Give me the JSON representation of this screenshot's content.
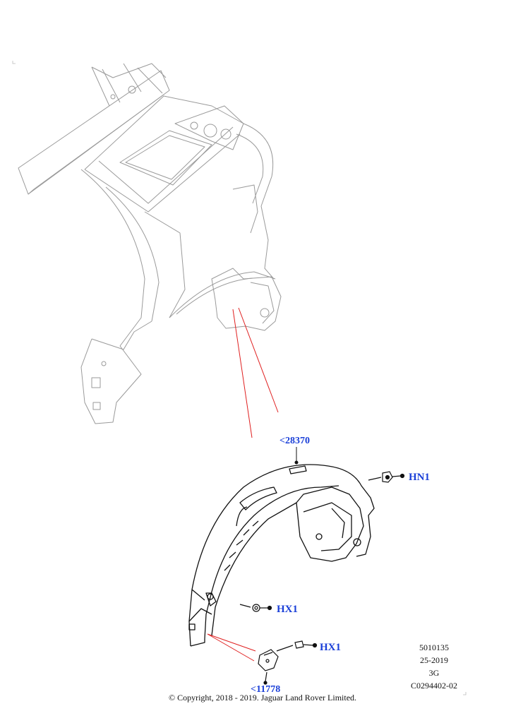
{
  "callouts": {
    "part_28370": "<28370",
    "part_hn1": "HN1",
    "part_hx1_a": "HX1",
    "part_hx1_b": "HX1",
    "part_11778": "<11778"
  },
  "metadata": {
    "line1": "5010135",
    "line2": "25-2019",
    "line3": "3G",
    "line4": "C0294402-02"
  },
  "footer": {
    "copyright": "© Copyright, 2018 - 2019. Jaguar Land Rover Limited."
  },
  "colors": {
    "callout_text": "#1a3fd8",
    "leader_line": "#e02020",
    "body_lines": "#9a9a9a",
    "part_lines": "#111111"
  }
}
